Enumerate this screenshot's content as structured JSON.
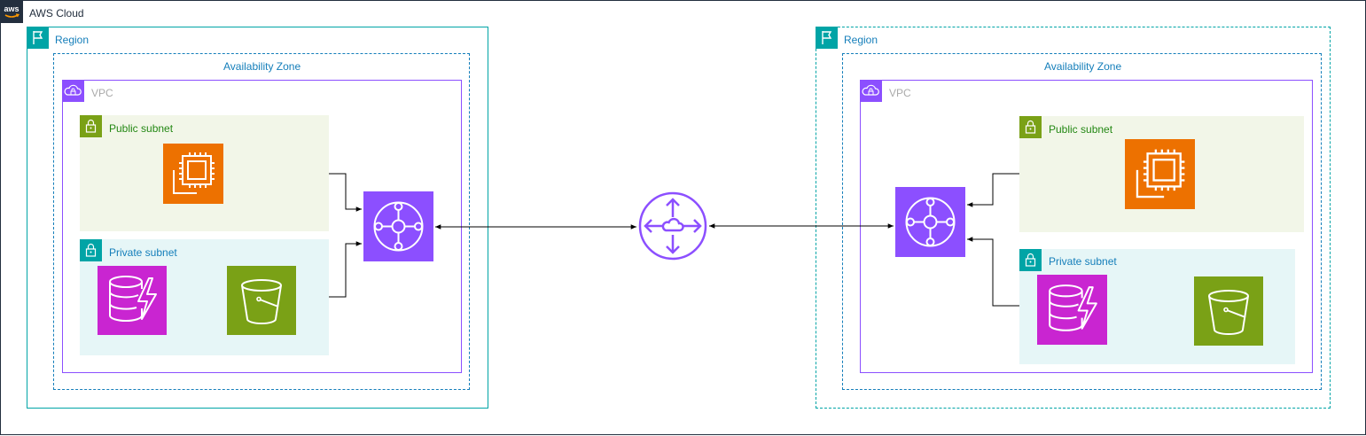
{
  "cloud": {
    "label": "AWS Cloud",
    "badge_icon": "aws-logo-icon"
  },
  "colors": {
    "cloud_border": "#232F3E",
    "region_border": "#00A4A6",
    "az_border": "#147EBA",
    "vpc_border": "#8C4FFF",
    "public_subnet_fill": "#F2F6E8",
    "public_subnet_accent": "#7AA116",
    "private_subnet_fill": "#E6F6F7",
    "private_subnet_accent": "#00A4A6",
    "ec2": "#ED7100",
    "dynamodb": "#C925D1",
    "s3": "#7AA116",
    "transit_gateway": "#8C4FFF"
  },
  "left": {
    "region": {
      "label": "Region",
      "icon": "flag-icon"
    },
    "az": {
      "label": "Availability Zone"
    },
    "vpc": {
      "label": "VPC",
      "icon": "vpc-cloud-lock-icon"
    },
    "public_subnet": {
      "label": "Public subnet",
      "icon": "lock-icon",
      "resource_icon": "ec2-instance-icon"
    },
    "private_subnet": {
      "label": "Private subnet",
      "icon": "lock-icon",
      "resource_icons": [
        "dynamodb-icon",
        "s3-bucket-icon"
      ]
    },
    "gateway_icon": "transit-gateway-attachment-icon"
  },
  "right": {
    "region": {
      "label": "Region",
      "icon": "flag-icon"
    },
    "az": {
      "label": "Availability Zone"
    },
    "vpc": {
      "label": "VPC",
      "icon": "vpc-cloud-lock-icon"
    },
    "public_subnet": {
      "label": "Public subnet",
      "icon": "lock-icon",
      "resource_icon": "ec2-instance-icon"
    },
    "private_subnet": {
      "label": "Private subnet",
      "icon": "lock-icon",
      "resource_icons": [
        "dynamodb-icon",
        "s3-bucket-icon"
      ]
    },
    "gateway_icon": "transit-gateway-attachment-icon"
  },
  "center": {
    "icon": "router-cloud-icon"
  }
}
